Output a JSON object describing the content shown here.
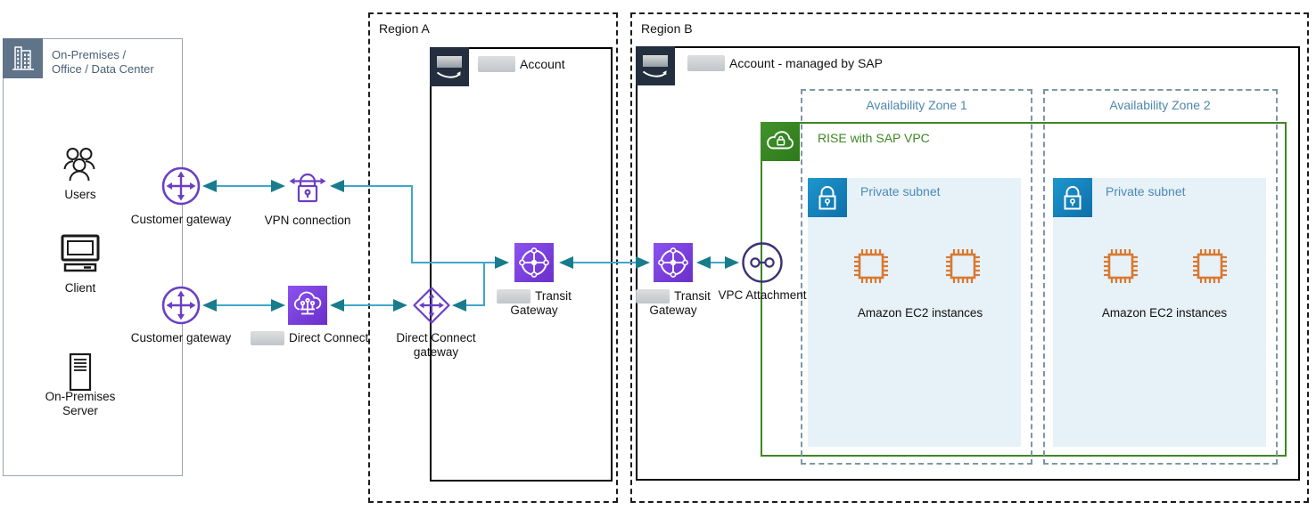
{
  "colors": {
    "arrow_line": "#3FA7CB",
    "arrow_head": "#187C8D",
    "purple": "#6B3FC4",
    "purple_fill_start": "#8C52F0",
    "purple_fill_end": "#6A2FC9",
    "green": "#3F8624",
    "subnet_blue": "#1484BC",
    "subnet_fill": "#E7F1F8",
    "ec2_orange": "#D9792F",
    "aws_navy": "#232F3E",
    "az_label_blue": "#4D87AC",
    "attachment_indigo": "#3B3175",
    "onprem_slate": "#5F7389"
  },
  "on_premises": {
    "title": "On-Premises /\nOffice / Data Center",
    "users_label": "Users",
    "client_label": "Client",
    "server_label": "On-Premises\nServer",
    "customer_gateway_top": "Customer gateway",
    "customer_gateway_bottom": "Customer gateway"
  },
  "connectivity": {
    "vpn_label": "VPN connection",
    "direct_connect_label": "Direct Connect",
    "direct_connect_gateway_label": "Direct Connect\ngateway"
  },
  "region_a": {
    "label": "Region A",
    "account_label": "Account",
    "transit_gateway_line1": "Transit",
    "transit_gateway_line2": "Gateway"
  },
  "region_b": {
    "label": "Region B",
    "account_label": "Account - managed by SAP",
    "transit_gateway_line1": "Transit",
    "transit_gateway_line2": "Gateway",
    "vpc_attachment_label": "VPC Attachment",
    "vpc_label": "RISE with SAP VPC",
    "az1": {
      "label": "Availability Zone 1",
      "subnet_label": "Private subnet",
      "ec2_label": "Amazon EC2 instances"
    },
    "az2": {
      "label": "Availability Zone 2",
      "subnet_label": "Private subnet",
      "ec2_label": "Amazon EC2 instances"
    }
  }
}
